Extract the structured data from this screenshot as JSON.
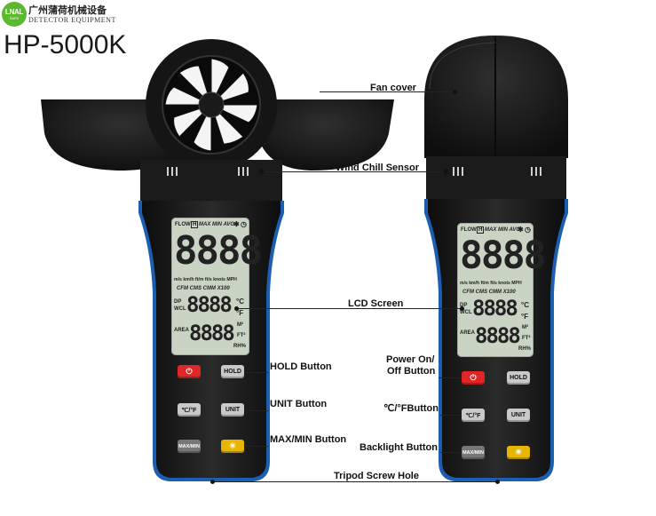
{
  "brand": {
    "logo_line1": "LNAL",
    "logo_line2": "SAFE",
    "name_cn": "广州蒲荷机械设备",
    "name_en": "DETECTOR EQUIPMENT",
    "logo_color": "#5cb82e"
  },
  "model": "HP-5000K",
  "lcd": {
    "top_row": {
      "flow": "FLOW",
      "h": "H",
      "modes": "MAX MIN AVG"
    },
    "main_digits": "8888",
    "units_row": "m/s km/h ft/m ft/s knots MPH",
    "flow_units": "CFM  CMS  CMM  X100",
    "dp": "DP",
    "wcl": "WCL",
    "mid_digits": "8888",
    "celsius": "°C",
    "fahrenheit": "°F",
    "area": "AREA",
    "area_digits": "8888",
    "m2": "M²",
    "ft2": "FT²",
    "rh": "RH%"
  },
  "buttons": {
    "hold": "HOLD",
    "temp": "℃/°F",
    "unit": "UNIT",
    "maxmin": "MAX/MIN",
    "backlight_icon": "bulb-icon"
  },
  "callouts": {
    "fan_cover": "Fan cover",
    "wind_chill": "Wind Chill Sensor",
    "lcd_screen": "LCD Screen",
    "hold_button": "HOLD Button",
    "unit_button": "UNIT Button",
    "maxmin_button": "MAX/MIN Button",
    "power_line1": "Power On/",
    "power_line2": "Off Button",
    "temp_button": "℃/°FButton",
    "backlight_button": "Backlight Button",
    "tripod": "Tripod Screw Hole"
  },
  "colors": {
    "body": "#1d1d1d",
    "accent_blue": "#1c5fb0",
    "lcd_bg": "#c9d4c4"
  }
}
